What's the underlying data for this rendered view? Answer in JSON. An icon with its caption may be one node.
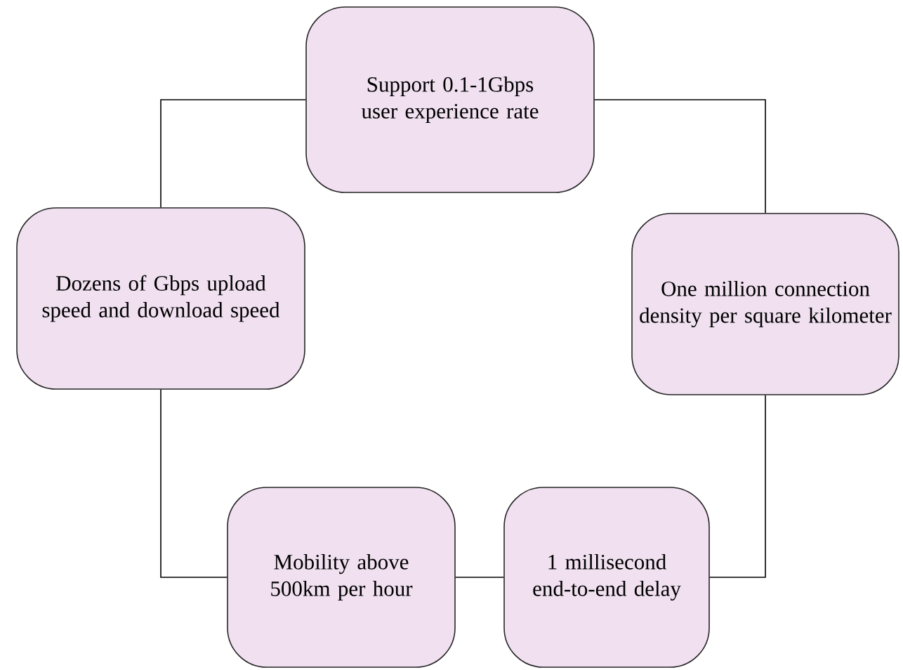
{
  "diagram": {
    "nodes": [
      {
        "text": [
          "Support 0.1-1Gbps user experience rate"
        ]
      },
      {
        "text": [
          "Dozens of Gbps upload speed and download speed"
        ]
      },
      {
        "text": [
          "One million connection density per square kilometer"
        ]
      },
      {
        "text": [
          "Mobility above 500km per hour"
        ]
      },
      {
        "text": [
          "1 millisecond end-to-end delay"
        ]
      }
    ],
    "edges": [
      {
        "from": 0,
        "to": 1,
        "arrow": "none"
      },
      {
        "from": 0,
        "to": 2,
        "arrow": "none"
      },
      {
        "from": 1,
        "to": 3,
        "arrow": "none"
      },
      {
        "from": 3,
        "to": 4,
        "arrow": "none"
      },
      {
        "from": 4,
        "to": 2,
        "arrow": "none"
      }
    ]
  }
}
